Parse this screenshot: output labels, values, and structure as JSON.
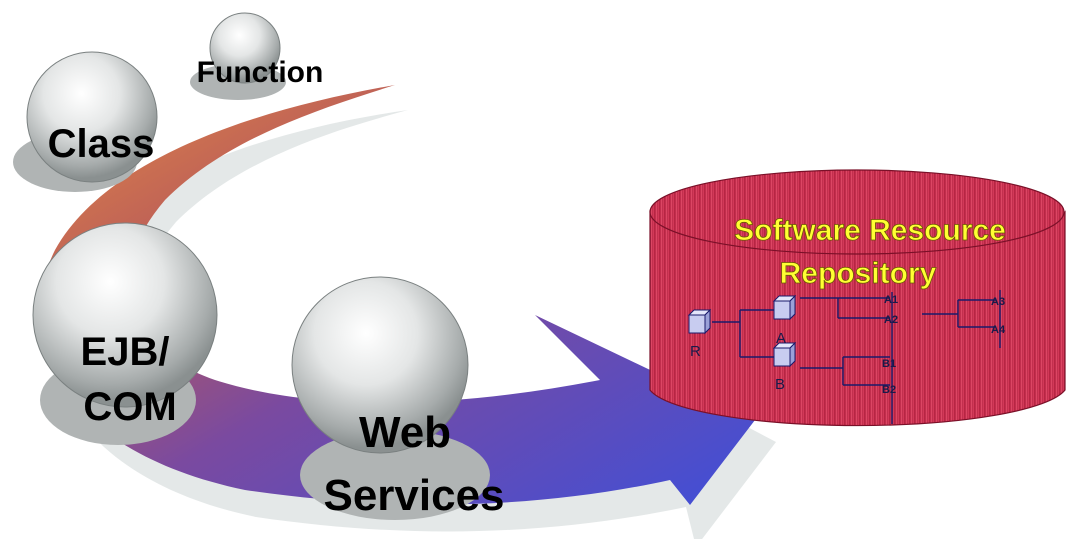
{
  "stages": {
    "function": "Function",
    "class": "Class",
    "ejb_com_line1": "EJB/",
    "ejb_com_line2": "COM",
    "web_line1": "Web",
    "web_line2": "Services"
  },
  "repository": {
    "title_line1": "Software Resource",
    "title_line2": "Repository",
    "nodes": {
      "r": "R",
      "a": "A",
      "b": "B",
      "a1": "A1",
      "a2": "A2",
      "a3": "A3",
      "a4": "A4",
      "b1": "B1",
      "b2": "B2"
    }
  },
  "colors": {
    "sphere": "#c8cccc",
    "arrow_orange": "#e07a3a",
    "arrow_purple": "#8a4a9a",
    "arrow_blue": "#4a5ad8",
    "cylinder": "#d63a5a",
    "repo_title": "#ffff33"
  }
}
